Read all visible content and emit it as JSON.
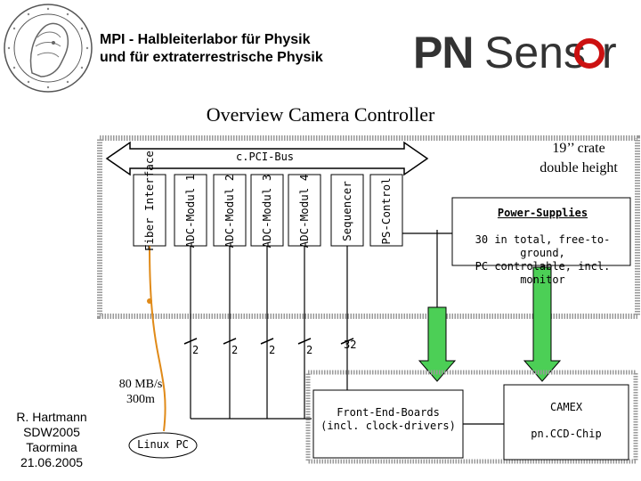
{
  "header": {
    "line1": "MPI  -  Halbleiterlabor für Physik",
    "line2": "und für extraterrestrische Physik",
    "logo_text": "PNSensor"
  },
  "title": "Overview Camera Controller",
  "crate": {
    "bus": "c.PCI-Bus",
    "note_line1": "19’’ crate",
    "note_line2": "double height",
    "cards": [
      "Fiber Interface",
      "ADC-Modul 1",
      "ADC-Modul 2",
      "ADC-Modul 3",
      "ADC-Modul 4",
      "Sequencer",
      "PS-Control"
    ]
  },
  "power_supplies": {
    "title": "Power-Supplies",
    "desc_line1": "30 in total, free-to-ground,",
    "desc_line2": "PC controlable, incl. monitor"
  },
  "channels": [
    "2",
    "2",
    "2",
    "2",
    "32"
  ],
  "link": {
    "speed_line1": "80 MB/s",
    "speed_line2": "300m"
  },
  "linux_pc": "Linux PC",
  "front_end": {
    "line1": "Front-End-Boards",
    "line2": "(incl. clock-drivers)"
  },
  "camex": {
    "line1": "CAMEX",
    "line2": "pn.CCD-Chip"
  },
  "author": [
    "R. Hartmann",
    "SDW2005",
    "Taormina",
    "21.06.2005"
  ],
  "colors": {
    "fiber": "#e08a18",
    "power_arrow": "#4ccf56",
    "crate_dots": "#888888"
  }
}
